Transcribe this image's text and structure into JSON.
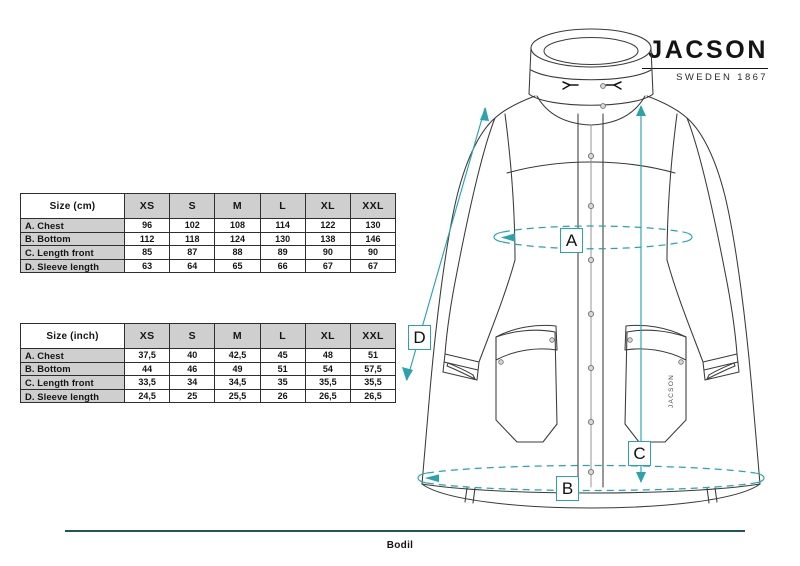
{
  "brand": {
    "wordmark": "JACSON",
    "tagline": "SWEDEN 1867"
  },
  "tables": [
    {
      "id": "cm",
      "unit_header": "Size (cm)",
      "size_headers": [
        "XS",
        "S",
        "M",
        "L",
        "XL",
        "XXL"
      ],
      "rows": [
        {
          "label": "A. Chest",
          "values": [
            "96",
            "102",
            "108",
            "114",
            "122",
            "130"
          ]
        },
        {
          "label": "B. Bottom",
          "values": [
            "112",
            "118",
            "124",
            "130",
            "138",
            "146"
          ]
        },
        {
          "label": "C. Length front",
          "values": [
            "85",
            "87",
            "88",
            "89",
            "90",
            "90"
          ]
        },
        {
          "label": "D. Sleeve length",
          "values": [
            "63",
            "64",
            "65",
            "66",
            "67",
            "67"
          ]
        }
      ]
    },
    {
      "id": "inch",
      "unit_header": "Size (inch)",
      "size_headers": [
        "XS",
        "S",
        "M",
        "L",
        "XL",
        "XXL"
      ],
      "rows": [
        {
          "label": "A. Chest",
          "values": [
            "37,5",
            "40",
            "42,5",
            "45",
            "48",
            "51"
          ]
        },
        {
          "label": "B. Bottom",
          "values": [
            "44",
            "46",
            "49",
            "51",
            "54",
            "57,5"
          ]
        },
        {
          "label": "C. Length front",
          "values": [
            "33,5",
            "34",
            "34,5",
            "35",
            "35,5",
            "35,5"
          ]
        },
        {
          "label": "D. Sleeve length",
          "values": [
            "24,5",
            "25",
            "25,5",
            "26",
            "26,5",
            "26,5"
          ]
        }
      ]
    }
  ],
  "markers": {
    "a": "A",
    "b": "B",
    "c": "C",
    "d": "D"
  },
  "illustration": {
    "pocket_brand_text": "JACSON"
  },
  "footer": {
    "product_name": "Bodil"
  },
  "colors": {
    "measure_accent": "#2aa3ae",
    "footer_rule": "#1f5560",
    "table_head_fill": "#cfcfcf",
    "line_art": "#3a3a3a"
  }
}
